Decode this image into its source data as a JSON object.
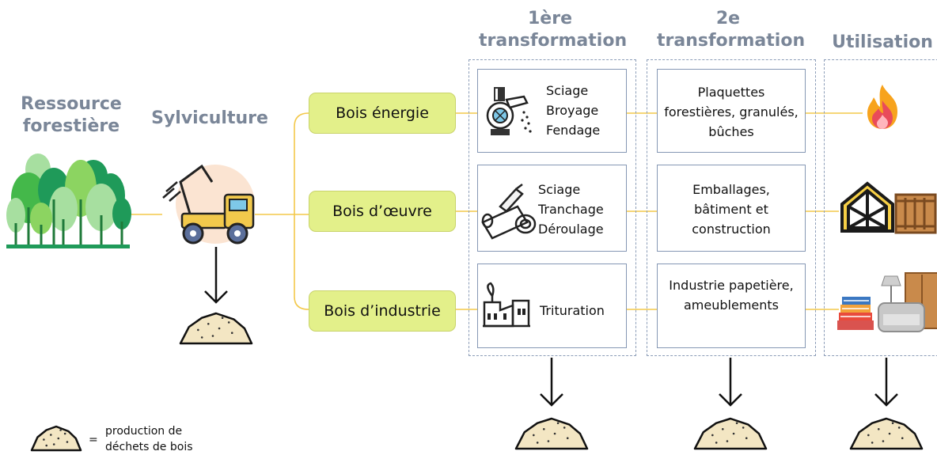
{
  "headers": {
    "ressource": "Ressource forestière",
    "sylviculture": "Sylviculture",
    "premiere": "1ère transformation",
    "deuxieme": "2e transformation",
    "utilisation": "Utilisation"
  },
  "categories": [
    {
      "label": "Bois énergie",
      "process": [
        "Sciage",
        "Broyage",
        "Fendage"
      ],
      "product": "Plaquettes forestières, granulés, bûches",
      "use_icon": "fire-icon"
    },
    {
      "label": "Bois d’œuvre",
      "process": [
        "Sciage",
        "Tranchage",
        "Déroulage"
      ],
      "product": "Emballages, bâtiment et construction",
      "use_icon": "building-frame-icon"
    },
    {
      "label": "Bois d’industrie",
      "process": [
        "Trituration"
      ],
      "product": "Industrie papetière, ameublements",
      "use_icon": "furniture-icon"
    }
  ],
  "legend": {
    "equals": "=",
    "text": "production de déchets de bois"
  },
  "colors": {
    "header": "#7a8698",
    "pill": "#e3f08a",
    "connector": "#f3c84a",
    "box_border": "#8597b4"
  }
}
